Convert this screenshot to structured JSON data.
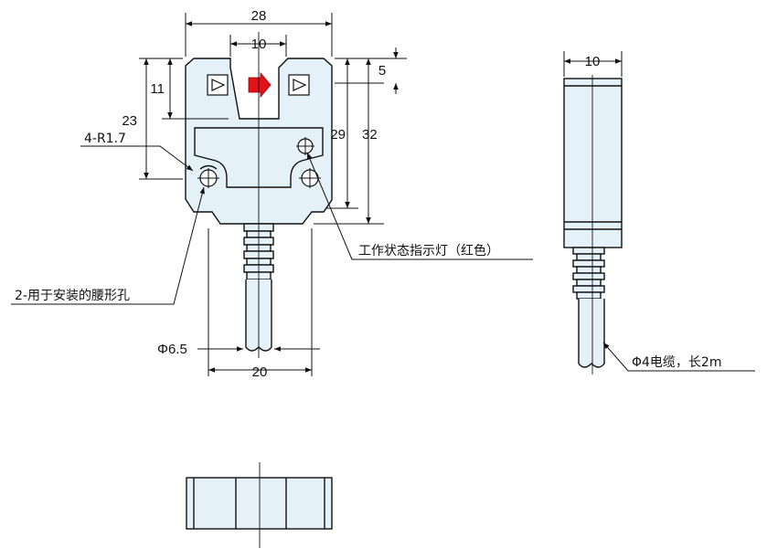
{
  "front_view": {
    "dim_width_total": "28",
    "dim_slot_width": "10",
    "dim_height_23": "23",
    "dim_height_11": "11",
    "dim_height_5": "5",
    "dim_height_29": "29",
    "dim_height_32": "32",
    "dim_cable_dia": "Φ6.5",
    "dim_bottom_width": "20",
    "note_radius": "4-R1.7",
    "note_slot_holes": "2-用于安装的腰形孔",
    "note_indicator": "工作状态指示灯（红色）",
    "indicator_color": "#e0131b"
  },
  "side_view": {
    "dim_width": "10",
    "note_cable": "Φ4电缆，长2m"
  },
  "colors": {
    "body_fill": "#e4f1f8",
    "line": "#111111"
  }
}
